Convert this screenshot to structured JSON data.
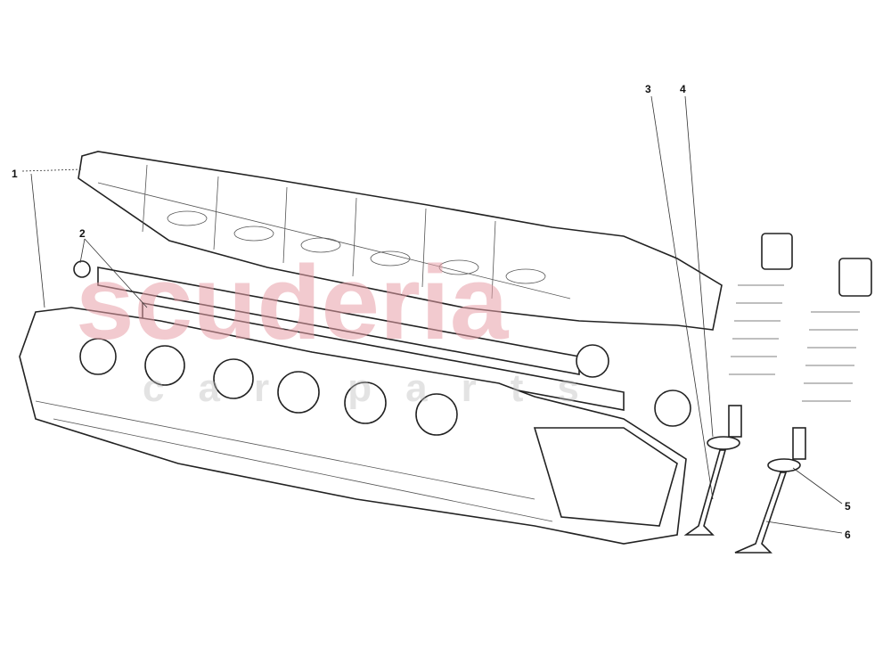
{
  "callouts": [
    "1",
    "2",
    "3",
    "4",
    "5",
    "6"
  ],
  "watermark": {
    "main": "scuderia",
    "sub": "car parts",
    "color": "#e8a0a8"
  }
}
